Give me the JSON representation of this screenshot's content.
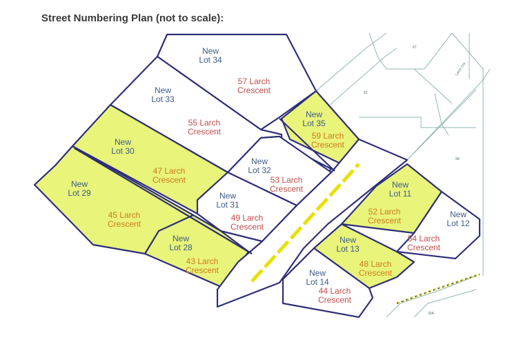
{
  "title": "Street Numbering Plan (not to scale):",
  "colors": {
    "boundary": "#2e2e78",
    "highlight": "#e8f47a",
    "road_line": "#e8e000",
    "new_lot_text": "#3e5a86",
    "address_text_white": "#c24a4a",
    "address_text_yellow": "#d07a1a",
    "background_lines": "#90b4b4"
  },
  "lots": [
    {
      "id": "lot34",
      "lot": "New\nLot 34",
      "address": "57 Larch\nCrescent",
      "highlighted": false
    },
    {
      "id": "lot33",
      "lot": "New\nLot 33",
      "address": "55 Larch\nCrescent",
      "highlighted": false
    },
    {
      "id": "lot35",
      "lot": "New\nLot 35",
      "address": "59 Larch\nCrescent",
      "highlighted": true
    },
    {
      "id": "lot30",
      "lot": "New\nLot 30",
      "address": "47 Larch\nCrescent",
      "highlighted": true
    },
    {
      "id": "lot32",
      "lot": "New\nLot 32",
      "address": "53 Larch\nCrescent",
      "highlighted": false
    },
    {
      "id": "lot29",
      "lot": "New\nLot 29",
      "address": "45 Larch\nCrescent",
      "highlighted": true
    },
    {
      "id": "lot31",
      "lot": "New\nLot 31",
      "address": "49 Larch\nCrescent",
      "highlighted": false
    },
    {
      "id": "lot28",
      "lot": "New\nLot 28",
      "address": "43 Larch\nCrescent",
      "highlighted": true
    },
    {
      "id": "lot11",
      "lot": "New\nLot 11",
      "address": "52 Larch\nCrescent",
      "highlighted": true
    },
    {
      "id": "lot12",
      "lot": "New\nLot 12",
      "address": "54 Larch\nCrescent",
      "highlighted": false
    },
    {
      "id": "lot13",
      "lot": "New\nLot 13",
      "address": "48 Larch\nCrescent",
      "highlighted": true
    },
    {
      "id": "lot14",
      "lot": "New\nLot 14",
      "address": "44 Larch\nCrescent",
      "highlighted": false
    }
  ],
  "background_labels": [
    "67",
    "61",
    "58",
    "32A",
    "Larch Cre"
  ]
}
